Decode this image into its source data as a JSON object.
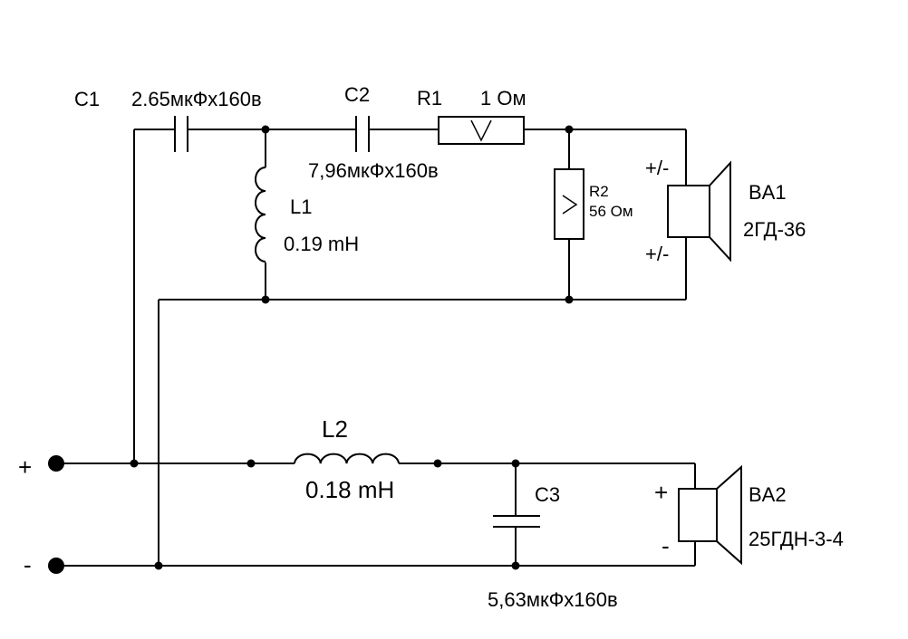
{
  "components": {
    "c1": {
      "name": "C1",
      "value": "2.65мкФх160в"
    },
    "c2": {
      "name": "C2",
      "value": "7,96мкФх160в"
    },
    "c3": {
      "name": "C3",
      "value": "5,63мкФх160в"
    },
    "r1": {
      "name": "R1",
      "value": "1 Ом"
    },
    "r2": {
      "name": "R2",
      "value": "56 Ом"
    },
    "l1": {
      "name": "L1",
      "value": "0.19 mH"
    },
    "l2": {
      "name": "L2",
      "value": "0.18 mH"
    },
    "ba1": {
      "name": "BA1",
      "model": "2ГД-36",
      "pol_top": "+/-",
      "pol_bottom": "+/-"
    },
    "ba2": {
      "name": "BA2",
      "model": "25ГДН-3-4",
      "pol_top": "+",
      "pol_bottom": "-"
    }
  },
  "terminals": {
    "plus": "+",
    "minus": "-"
  }
}
